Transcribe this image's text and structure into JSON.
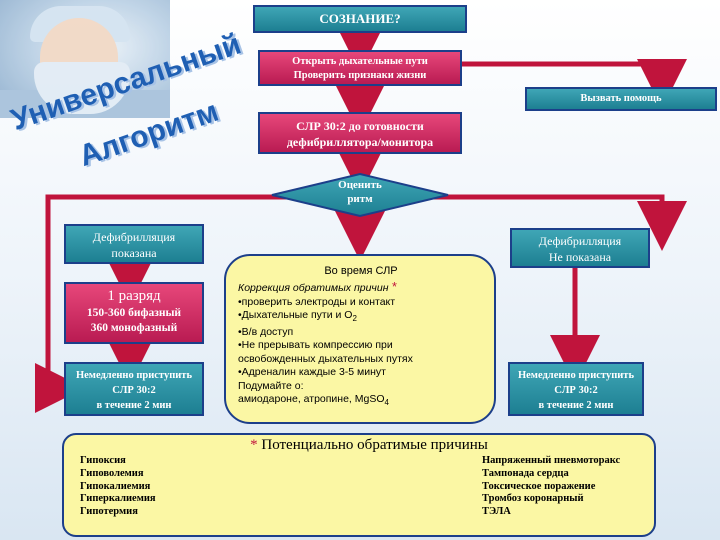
{
  "title": "Алгоритм",
  "wordart": {
    "line1": "Универсальный",
    "line2": "Алгоритм"
  },
  "boxes": {
    "consciousness": "СОЗНАНИЕ?",
    "airway": [
      "Открыть дыхательные пути",
      "Проверить признаки жизни"
    ],
    "call_help": "Вызвать помощь",
    "cpr": [
      "СЛР 30:2 до готовности",
      "дефибриллятора/монитора"
    ],
    "rhythm": [
      "Оценить",
      "ритм"
    ],
    "defib_indicated": [
      "Дефибрилляция",
      "показана"
    ],
    "defib_not_indicated": [
      "Дефибрилляция",
      "Не показана"
    ],
    "shock": {
      "title": "1 разряд",
      "line1": "150-360 бифазный",
      "line2": "360 монофазный"
    },
    "resume_left": [
      "Немедленно приступить",
      "СЛР 30:2",
      "в течение 2 мин"
    ],
    "resume_right": [
      "Немедленно приступить",
      "СЛР 30:2",
      "в течение 2 мин"
    ],
    "during_cpr": {
      "title": "Во время СЛР",
      "subtitle": "Коррекция обратимых причин",
      "star": "*",
      "items": [
        "•проверить электроды и контакт",
        "•Дыхательные пути и",
        "•В/в доступ",
        "•Не прерывать компрессию при",
        "освобожденных дыхательных путях",
        "•Адреналин каждые 3-5 минут",
        "Подумайте о:",
        "амиодароне, атропине, Mg"
      ],
      "o2": "О",
      "o2_sub": "2",
      "mg_sub": "SO",
      "mg_sub2": "4"
    }
  },
  "reversible": {
    "star": "*",
    "title": "Потенциально обратимые причины",
    "left": [
      "Гипоксия",
      "Гиповолемия",
      "Гипокалиемия",
      "Гиперкалиемия",
      "Гипотермия"
    ],
    "right": [
      "Напряженный пневмоторакс",
      "Тампонада сердца",
      "Токсическое поражение",
      "Тромбоз коронарный",
      "ТЭЛА"
    ]
  },
  "colors": {
    "teal": "#2a93a6",
    "pink": "#d02c63",
    "yellow": "#fbf7a4",
    "arrow": "#c0143c",
    "wordart": "#1f5fb3"
  }
}
